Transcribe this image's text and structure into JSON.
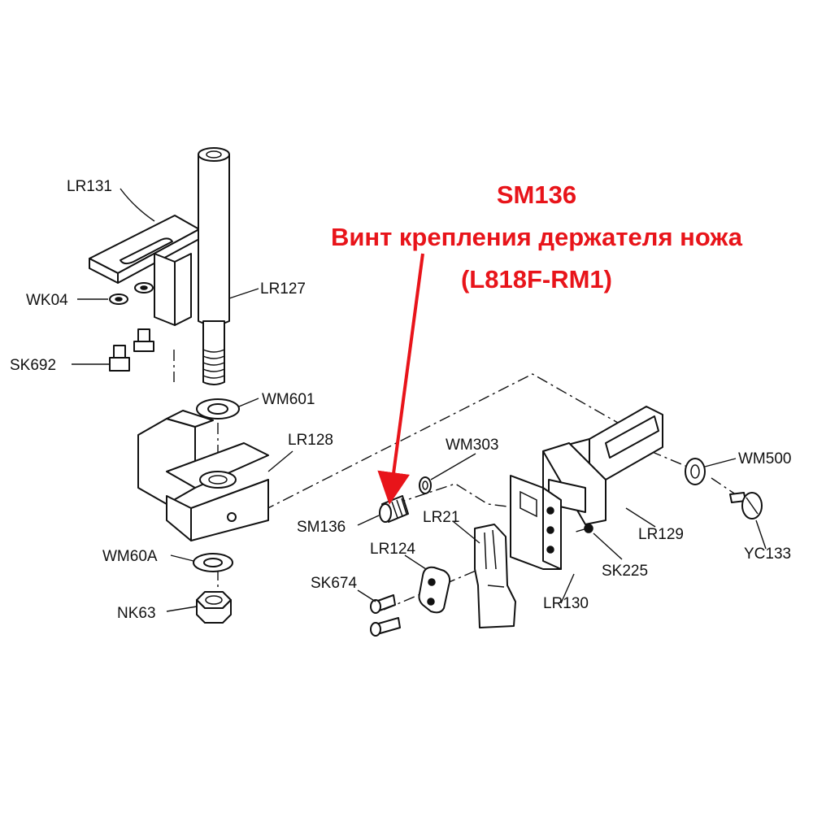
{
  "callout": {
    "code": "SM136",
    "description": "Винт крепления держателя ножа",
    "model": "(L818F-RM1)",
    "color": "#e8141a"
  },
  "parts": {
    "LR131": "LR131",
    "LR127": "LR127",
    "WK04": "WK04",
    "SK692": "SK692",
    "WM601": "WM601",
    "LR128": "LR128",
    "WM60A": "WM60A",
    "NK63": "NK63",
    "WM303": "WM303",
    "SM136": "SM136",
    "LR21": "LR21",
    "LR124": "LR124",
    "SK674": "SK674",
    "LR130": "LR130",
    "SK225": "SK225",
    "LR129": "LR129",
    "WM500": "WM500",
    "YC133": "YC133"
  }
}
